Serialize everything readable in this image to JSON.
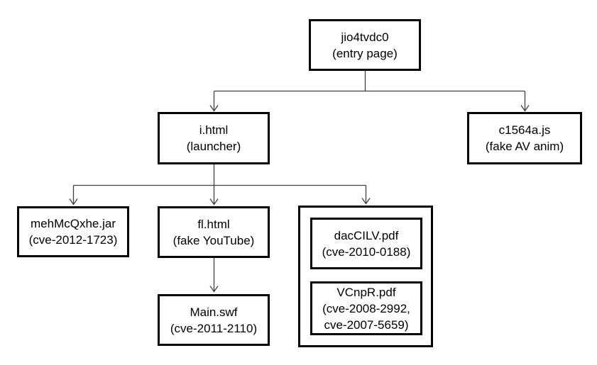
{
  "diagram": {
    "kind": "infection-chain-tree",
    "colors": {
      "background": "#ffffff",
      "box_border": "#000000",
      "connector": "#404040",
      "text": "#000000"
    },
    "nodes": {
      "entry": {
        "name": "jio4tvdc0",
        "desc": "(entry page)"
      },
      "launcher": {
        "name": "i.html",
        "desc": "(launcher)"
      },
      "fake_av": {
        "name": "c1564a.js",
        "desc": "(fake AV anim)"
      },
      "jar": {
        "name": "mehMcQxhe.jar",
        "desc": "(cve-2012-1723)"
      },
      "fake_youtube": {
        "name": "fl.html",
        "desc": "(fake YouTube)"
      },
      "pdf_1": {
        "name": "dacCILV.pdf",
        "desc": "(cve-2010-0188)"
      },
      "pdf_2": {
        "name": "VCnpR.pdf",
        "desc": "(cve-2008-2992,",
        "desc2": "cve-2007-5659)"
      },
      "swf": {
        "name": "Main.swf",
        "desc": "(cve-2011-2110)"
      }
    },
    "edges": [
      {
        "from": "jio4tvdc0",
        "to": "i.html"
      },
      {
        "from": "jio4tvdc0",
        "to": "c1564a.js"
      },
      {
        "from": "i.html",
        "to": "mehMcQxhe.jar"
      },
      {
        "from": "i.html",
        "to": "fl.html"
      },
      {
        "from": "i.html",
        "to": "pdf-group"
      },
      {
        "from": "fl.html",
        "to": "Main.swf"
      }
    ]
  }
}
